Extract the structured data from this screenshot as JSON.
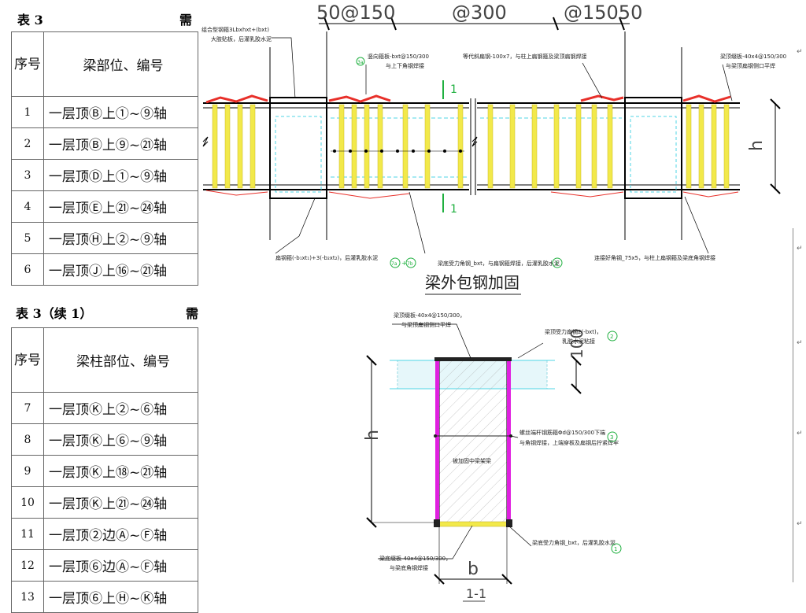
{
  "table3": {
    "title": "表 3",
    "title_suffix": "需",
    "header_no": "序号",
    "header_part": "梁部位、编号",
    "rows": [
      {
        "no": "1",
        "part": "一层顶Ⓑ上①~⑨轴"
      },
      {
        "no": "2",
        "part": "一层顶Ⓑ上⑨~㉑轴"
      },
      {
        "no": "3",
        "part": "一层顶Ⓓ上①~⑨轴"
      },
      {
        "no": "4",
        "part": "一层顶Ⓔ上㉑~㉔轴"
      },
      {
        "no": "5",
        "part": "一层顶Ⓗ上②~⑨轴"
      },
      {
        "no": "6",
        "part": "一层顶Ⓙ上⑯~㉑轴"
      }
    ]
  },
  "table3_cont": {
    "title": "表 3（续 1）",
    "title_suffix": "需",
    "header_no": "序号",
    "header_part": "梁柱部位、编号",
    "rows": [
      {
        "no": "7",
        "part": "一层顶Ⓚ上②~⑥轴"
      },
      {
        "no": "8",
        "part": "一层顶Ⓚ上⑥~⑨轴"
      },
      {
        "no": "9",
        "part": "一层顶Ⓚ上⑱~㉑轴"
      },
      {
        "no": "10",
        "part": "一层顶Ⓚ上㉑~㉔轴"
      },
      {
        "no": "11",
        "part": "一层顶②边Ⓐ~Ⓕ轴"
      },
      {
        "no": "12",
        "part": "一层顶⑥边Ⓐ~Ⓕ轴"
      },
      {
        "no": "13",
        "part": "一层顶⑥上Ⓗ~Ⓚ轴"
      }
    ]
  },
  "elevation": {
    "dim_left": "50@150",
    "dim_mid": "@300",
    "dim_right": "@15050",
    "label_h": "h",
    "section_mark": "1",
    "caption": "梁外包钢加固",
    "notes": {
      "combo_steel_1": "组合型钢箍3Lbxhxt+(bxt)",
      "combo_steel_2": "大肢贴板，后灌乳胶水泥",
      "vertical_strip_1": "竖向箍板-bxt@150/300",
      "vertical_strip_2": "与上下角钢焊接",
      "batten_plate": "等代斜扁钢-100x7，与柱上扁钢箍及梁顶扁钢焊接",
      "top_plate_1": "梁顶缀板-40x4@150/300",
      "top_plate_2": "与梁顶扁钢侧口平焊",
      "flat_hoop": "扁钢箍(-b₁xt₁)+3(-b₂xt₂)，后灌乳胶水泥",
      "bottom_angle": "梁底受力角钢_bxt，与扁钢箍焊接，后灌乳胶水泥",
      "connect_angle": "连接好角钢_75x5，与柱上扁钢箍及梁底角钢焊接"
    },
    "badges": {
      "b3a": "3a",
      "b7a": "7a",
      "b7b": "7b",
      "b1": "1"
    }
  },
  "section": {
    "note_top_plate_1": "梁顶缀板-40x4@150/300，",
    "note_top_plate_2": "与梁顶扁钢侧口平焊",
    "note_top_flat_1": "梁顶受力扁钢2(-bxt)，",
    "note_top_flat_2": "乳胶水泥粘接",
    "dim_100": "100",
    "label_h": "h",
    "note_bolt_1": "螺丝端杆钢筋箍Φd@150/300下端",
    "note_bolt_2": "与角钢焊接，上端穿板及扁钢后拧紧焊牢",
    "inner_label": "被加固中梁架梁",
    "note_bottom_angle": "梁底受力角钢_bxt，后灌乳胶水泥",
    "note_bottom_plate_1": "梁底缀板-40x4@150/300，",
    "note_bottom_plate_2": "与梁底角钢焊接",
    "label_b": "b",
    "caption": "1-1",
    "badges": {
      "b1": "1",
      "b2": "2",
      "b3": "3"
    }
  },
  "colors": {
    "yellow": "#f2e94a",
    "magenta": "#e020e0",
    "red": "#e8302a",
    "cyan": "#4fd6e6",
    "green": "#20b040"
  },
  "icons": {
    "paragraph_mark": "↵"
  }
}
